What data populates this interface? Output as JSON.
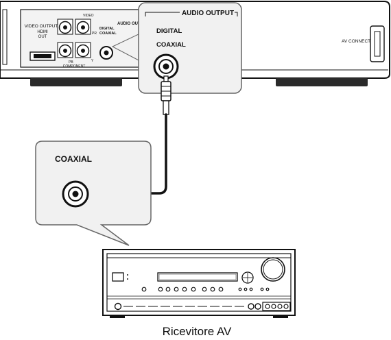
{
  "player": {
    "video_output_label": "VIDEO OUTPUT",
    "hdmi_label": "HDMI",
    "out_label": "OUT",
    "video_label": "VIDEO",
    "pr_label": "PR",
    "pb_label": "PB",
    "y_label": "Y",
    "component_label": "COMPONENT",
    "digital_label": "DIGITAL",
    "coaxial_label": "COAXIAL",
    "audio_out_label": "AUDIO OUT",
    "av_connector_label": "AV CONNECTOR"
  },
  "callout_top": {
    "title": "AUDIO OUTPUT",
    "digital": "DIGITAL",
    "coaxial": "COAXIAL"
  },
  "callout_receiver": {
    "title": "COAXIAL"
  },
  "receiver": {
    "caption": "Ricevitore AV"
  }
}
